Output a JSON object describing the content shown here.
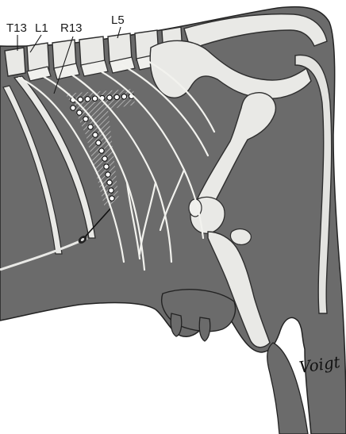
{
  "figure": {
    "labels": {
      "t13": "T13",
      "l1": "L1",
      "r13": "R13",
      "l5": "L5"
    },
    "signature": "Voigt",
    "colors": {
      "background": "#ffffff",
      "body_fill": "#6b6b6b",
      "bone_fill": "#e9e9e6",
      "bone_stroke": "#2e2e2e",
      "nerve": "#f2f2ee",
      "anesthetic_dot": "#ffffff",
      "hatch": "#bdbdbd"
    }
  }
}
